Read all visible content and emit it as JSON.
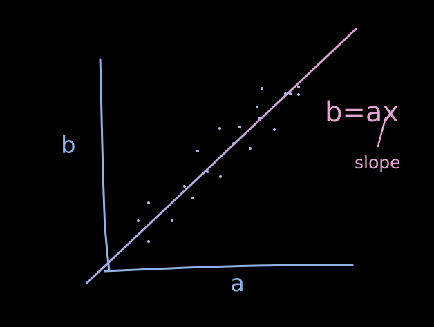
{
  "colors": {
    "background": "#000000",
    "axis": "#8fb3e8",
    "fit_line_start": "#9db0ea",
    "fit_line_end": "#e79ad2",
    "points": "#a7bde8",
    "annotation": "#e8a3d6"
  },
  "diagram": {
    "y_axis_label": "b",
    "x_axis_label": "a",
    "equation_label": "b=ax",
    "slope_label": "slope"
  }
}
